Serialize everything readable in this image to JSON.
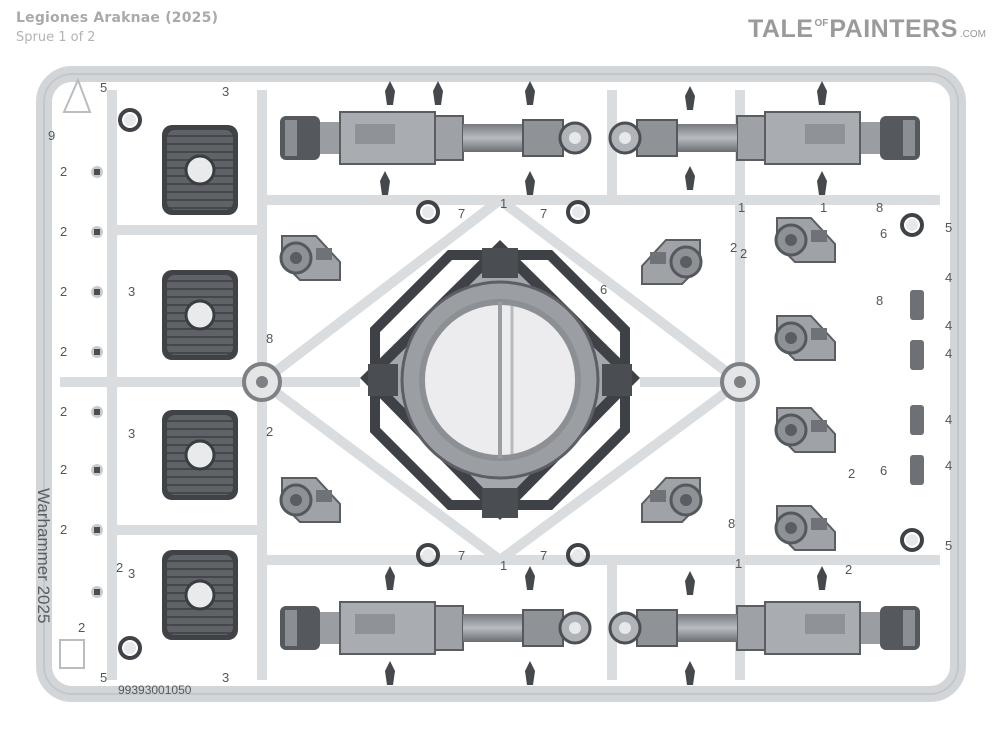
{
  "header": {
    "title": "Legiones Araknae (2025)",
    "subtitle": "Sprue 1 of 2"
  },
  "logo": {
    "part1": "TALE",
    "part2": "OF",
    "part3": "PAINTERS",
    "suffix": ".COM"
  },
  "sprue": {
    "side_text": "Warhammer 2025",
    "code": "99393001050",
    "colors": {
      "frame": "#d9dcde",
      "plastic": "#a9acb0",
      "dark_plastic": "#55585c"
    },
    "numbers": {
      "n5a": "5",
      "n3a": "3",
      "n9a": "9",
      "l2a": "2",
      "l2b": "2",
      "l2c": "2",
      "l2d": "2",
      "l2e": "2",
      "l2f": "2",
      "l2g": "2",
      "l2h": "2",
      "l2i": "2",
      "n3b": "3",
      "n3c": "3",
      "n3d": "3",
      "n8a": "8",
      "n2a": "2",
      "n7a": "7",
      "n1a": "1",
      "n7b": "7",
      "n7c": "7",
      "n1b": "1",
      "n7d": "7",
      "n1c": "1",
      "n2b": "2",
      "n6a": "6",
      "n1d": "1",
      "n2c": "2",
      "n8b": "8",
      "n8c": "8",
      "n5b": "5",
      "r4a": "4",
      "r4b": "4",
      "r4c": "4",
      "r4d": "4",
      "r4e": "4",
      "n5c": "5",
      "n6b": "6",
      "n6c": "6",
      "n8d": "8",
      "n2d": "2",
      "n1e": "1",
      "n2e": "2",
      "n5d": "5",
      "n3e": "3"
    }
  }
}
